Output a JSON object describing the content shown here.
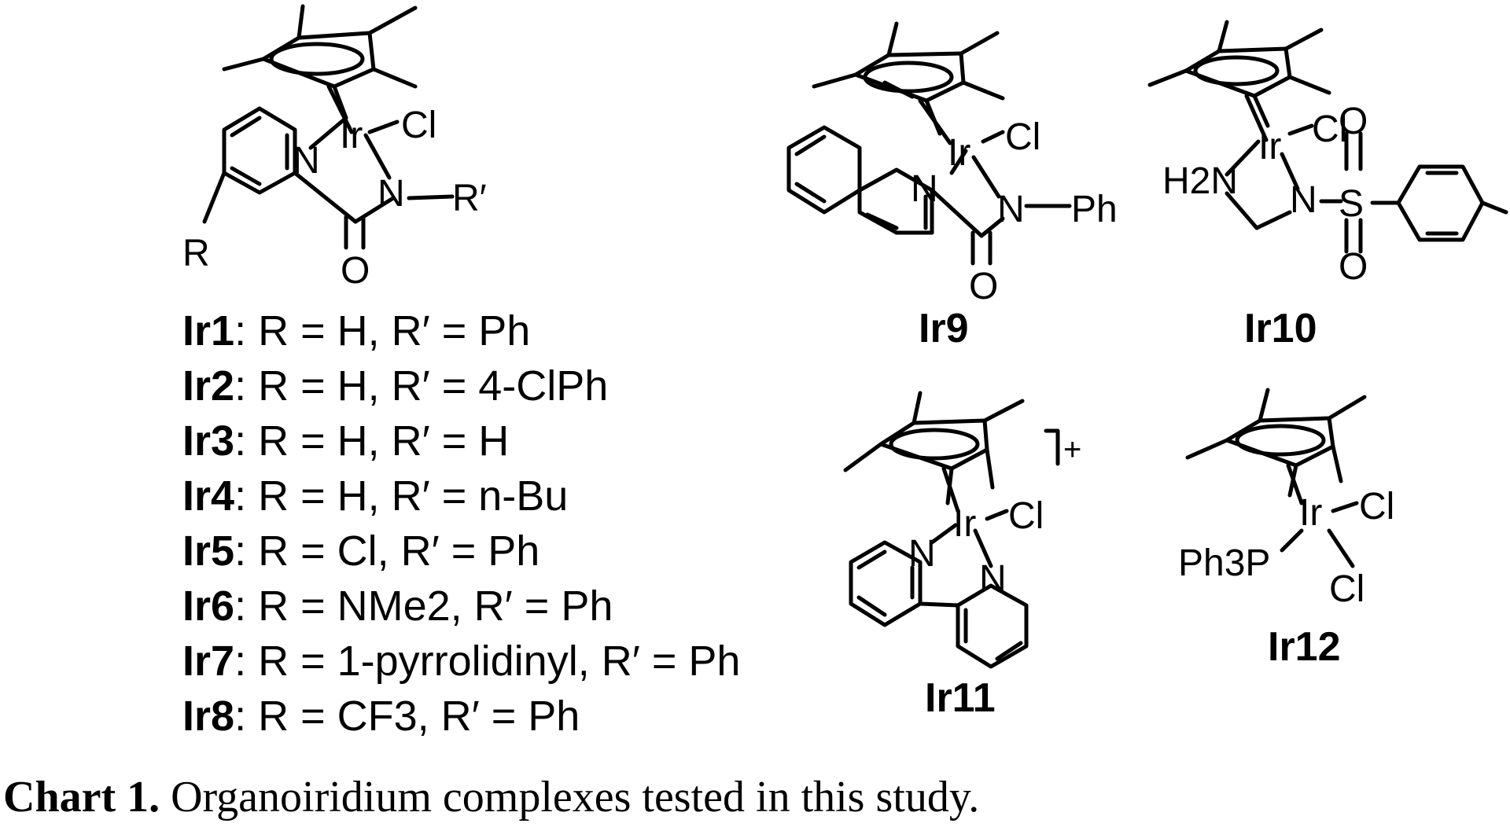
{
  "caption": {
    "label": "Chart 1.",
    "text": "Organoiridium complexes tested in this study."
  },
  "compounds": [
    {
      "id": "Ir1",
      "desc": ": R = H, R′ = Ph"
    },
    {
      "id": "Ir2",
      "desc": ": R = H, R′ = 4-ClPh"
    },
    {
      "id": "Ir3",
      "desc": ": R = H, R′ = H"
    },
    {
      "id": "Ir4",
      "desc": ": R = H, R′ = n-Bu"
    },
    {
      "id": "Ir5",
      "desc": ": R = Cl, R′ = Ph"
    },
    {
      "id": "Ir6",
      "desc": ": R = NMe2, R′ = Ph"
    },
    {
      "id": "Ir7",
      "desc": ": R = 1-pyrrolidinyl, R′ = Ph"
    },
    {
      "id": "Ir8",
      "desc": ": R = CF3, R′ = Ph"
    }
  ],
  "structures": {
    "ir9": {
      "name": "Ir9"
    },
    "ir10": {
      "name": "Ir10"
    },
    "ir11": {
      "name": "Ir11",
      "charge": "+"
    },
    "ir12": {
      "name": "Ir12"
    }
  },
  "atoms": {
    "ir": "Ir",
    "cl": "Cl",
    "n": "N",
    "o": "O",
    "s": "S",
    "r": "R",
    "r_prime": "R′",
    "ph": "Ph",
    "h2n": "H2N",
    "ph3p": "Ph3P"
  }
}
